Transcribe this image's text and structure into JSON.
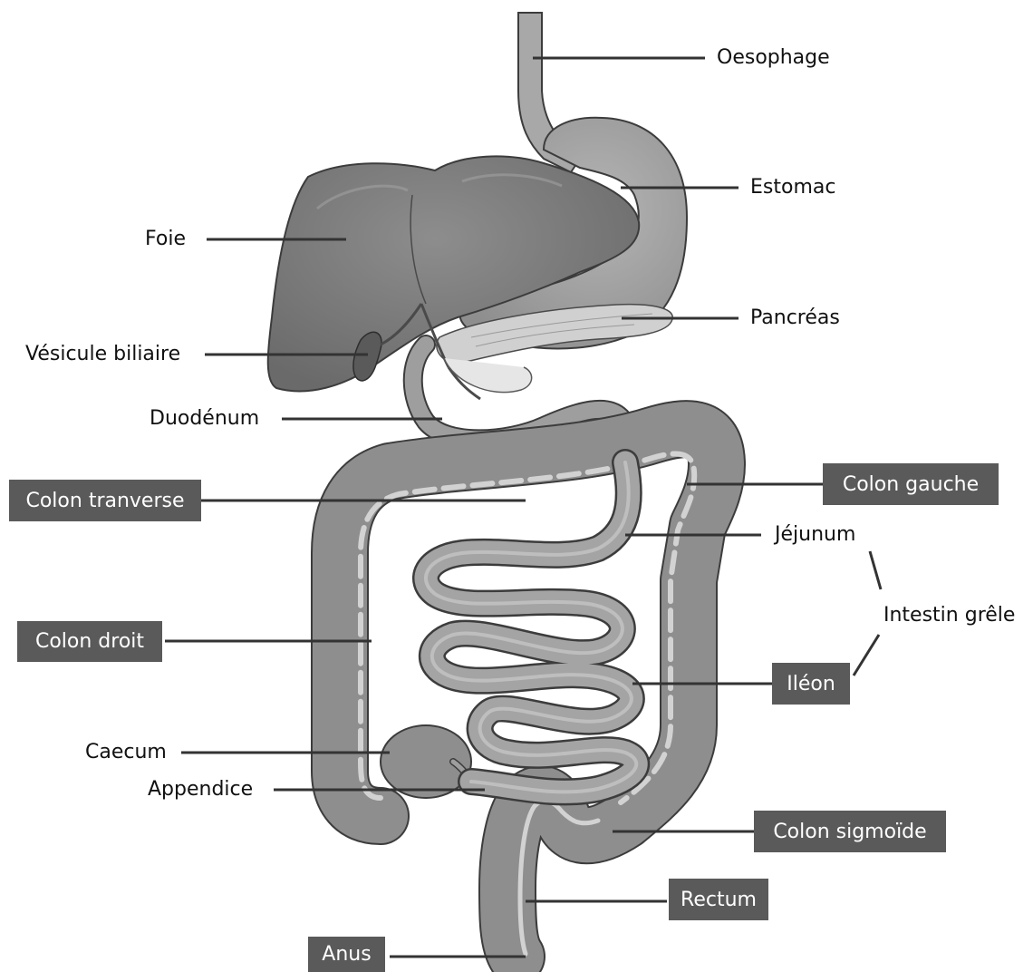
{
  "labels": {
    "oesophage": "Oesophage",
    "estomac": "Estomac",
    "foie": "Foie",
    "pancreas": "Pancréas",
    "vesicule": "Vésicule biliaire",
    "duodenum": "Duodénum",
    "colon_transverse": "Colon tranverse",
    "colon_gauche": "Colon gauche",
    "jejunum": "Jéjunum",
    "intestin_grele": "Intestin grêle",
    "colon_droit": "Colon droit",
    "ileon": "Iléon",
    "caecum": "Caecum",
    "appendice": "Appendice",
    "colon_sigmoide": "Colon sigmoïde",
    "rectum": "Rectum",
    "anus": "Anus"
  },
  "colors": {
    "organ_fill": "#9a9a9a",
    "organ_dark": "#6e6e6e",
    "organ_light": "#c8c8c8",
    "outline": "#3c3c3c",
    "highlight": "#d6d6d6",
    "label_box": "#5a5a5a",
    "leader_line": "#333333"
  }
}
